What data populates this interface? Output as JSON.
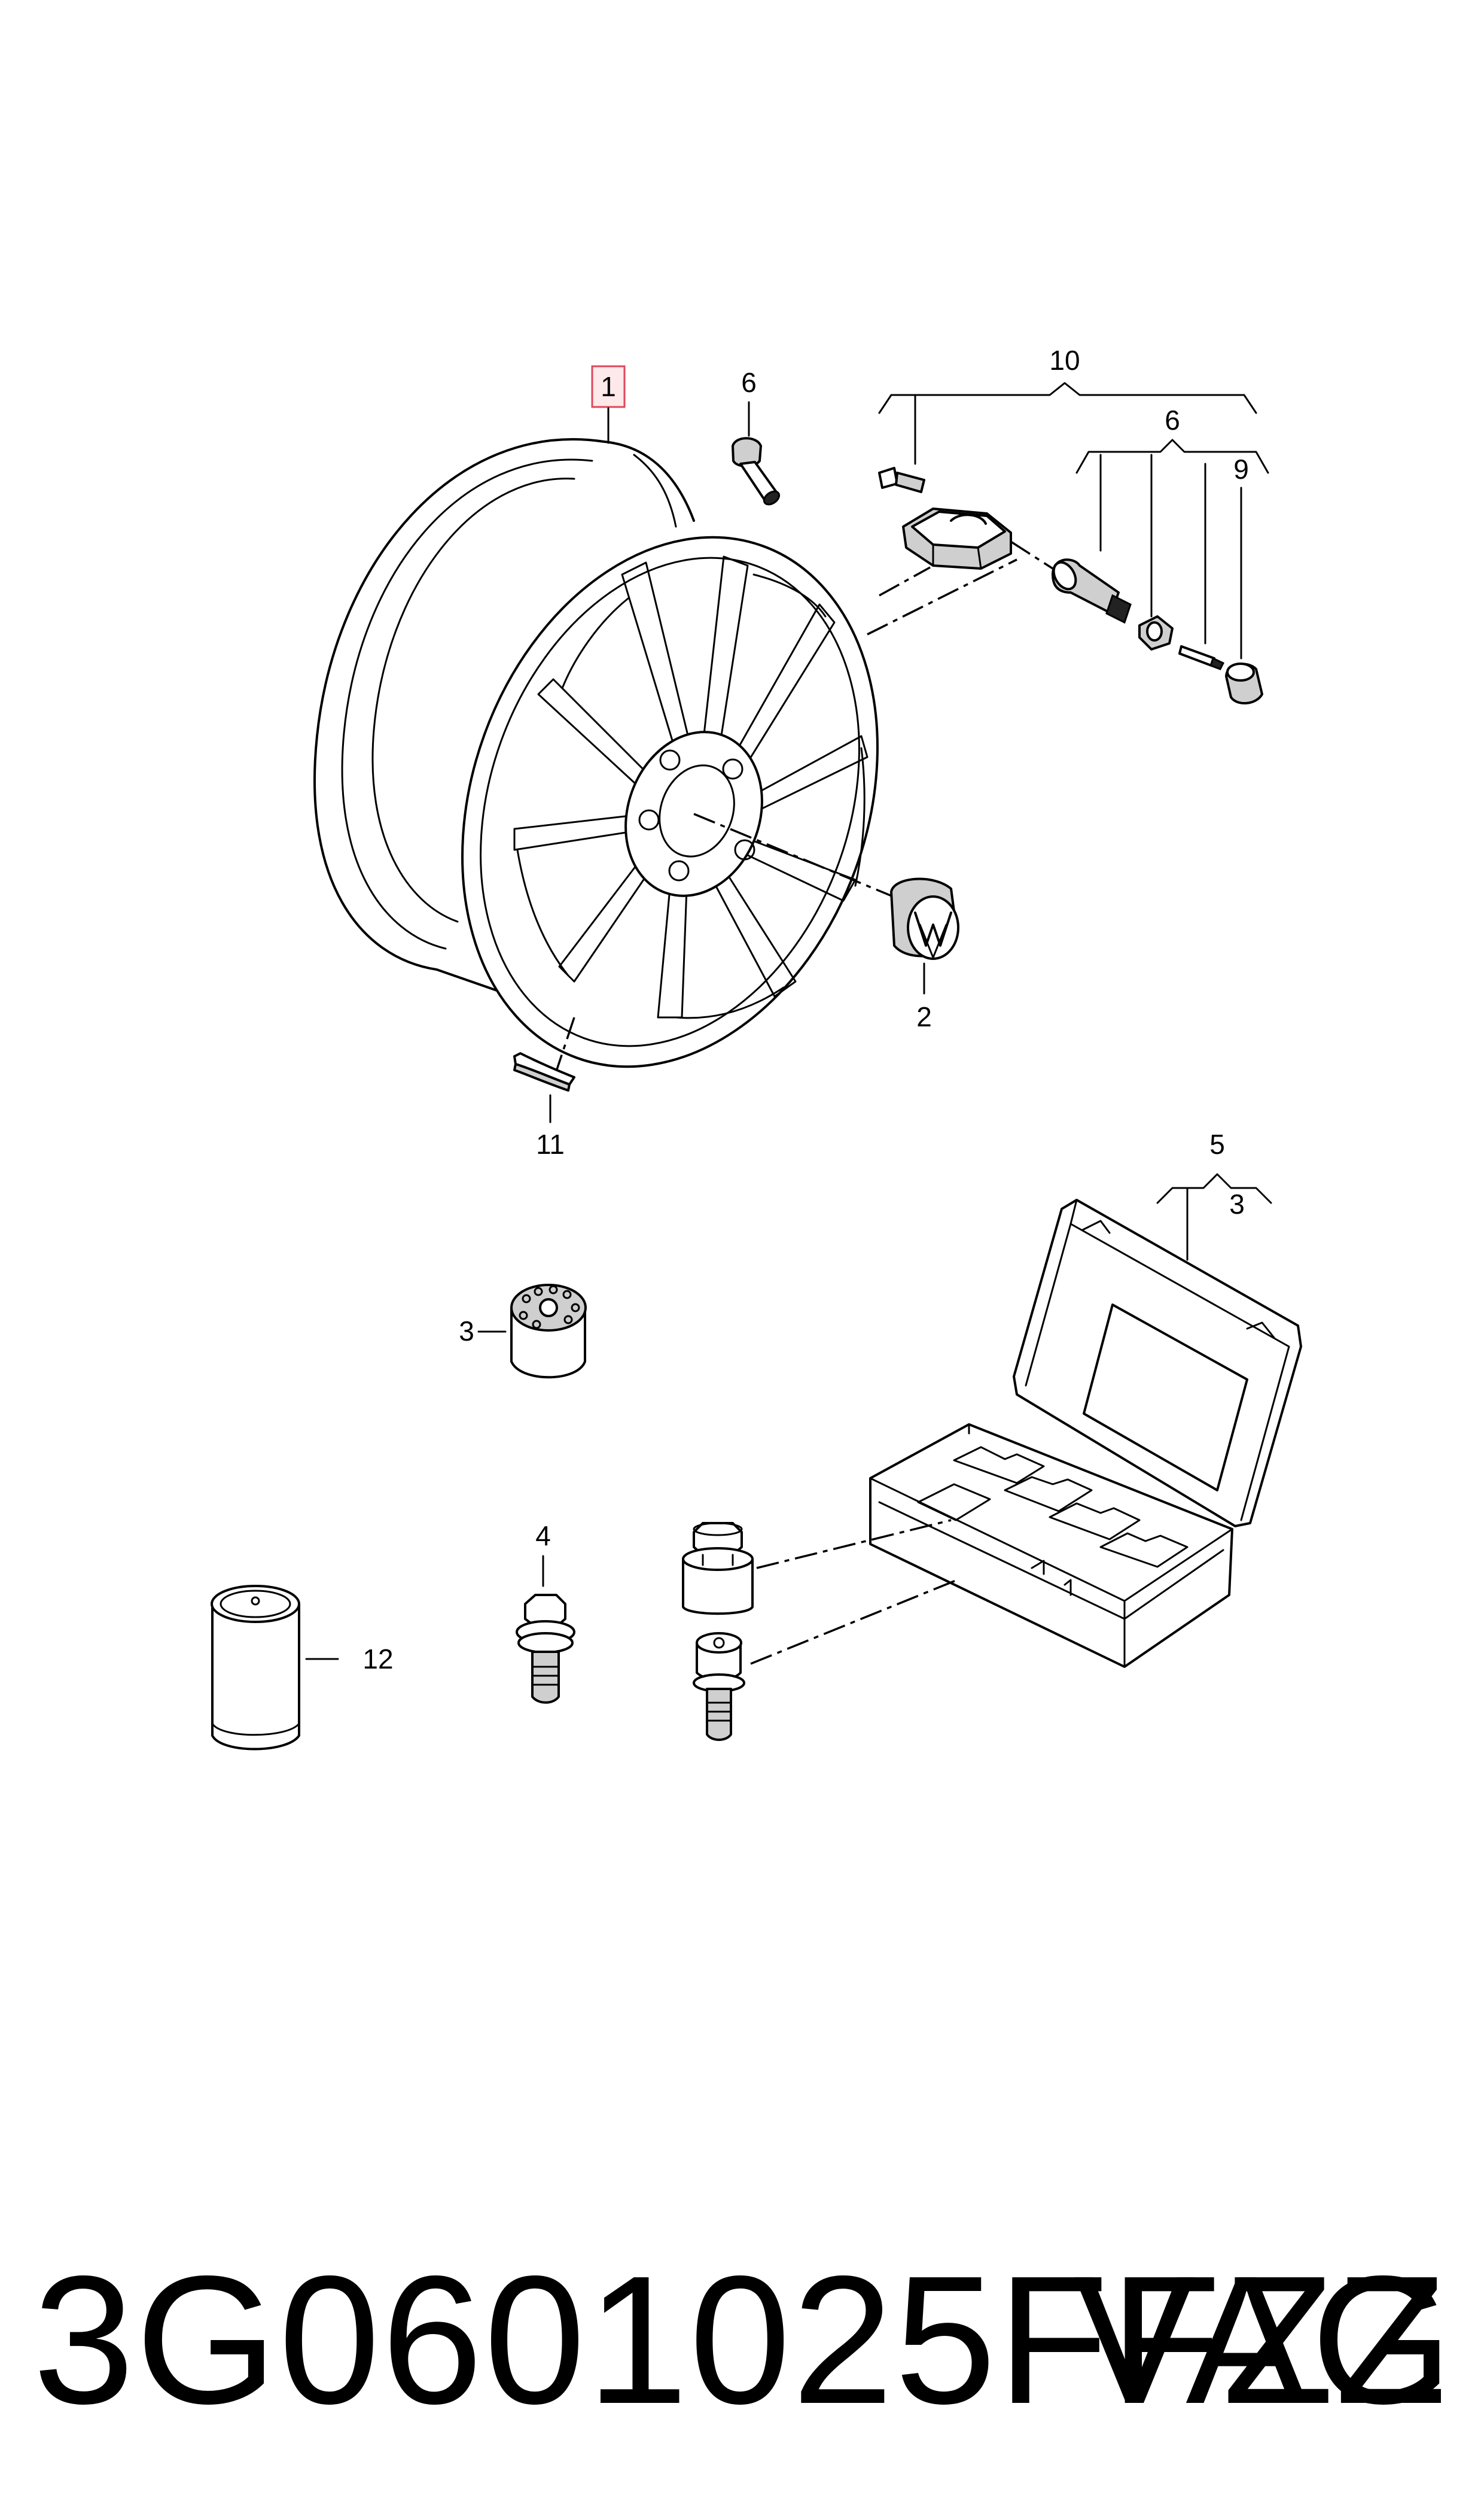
{
  "labels": {
    "wheel": "1",
    "hub_cap": "2",
    "adapter_small": "3",
    "bolt": "4",
    "case_set": "5",
    "case_sub": "3",
    "valve_top": "6",
    "valve_group": "6",
    "valve_cap": "9",
    "sensor_group": "10",
    "weight": "11",
    "paint_can": "12"
  },
  "footer": {
    "part_number": "3G0601025FFZZ",
    "brand": "VAG"
  },
  "colors": {
    "highlight_border": "#e0465a",
    "highlight_fill": "#fde8ea"
  }
}
